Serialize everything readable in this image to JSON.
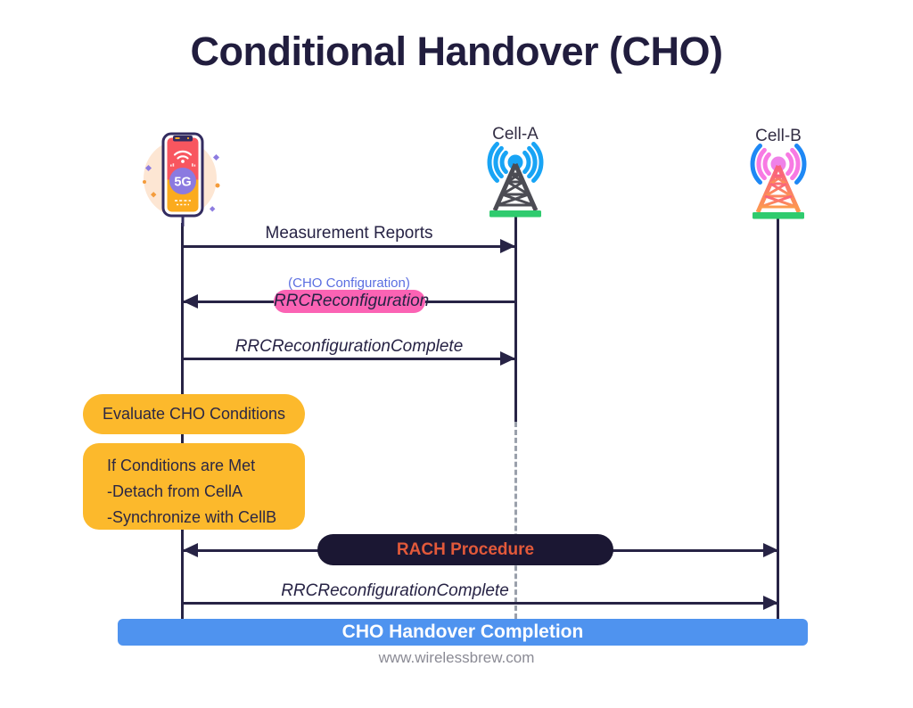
{
  "title": "Conditional Handover (CHO)",
  "actors": {
    "ue": {
      "icon": "5g-phone-icon",
      "screen_label": "5G"
    },
    "cell_a": {
      "icon": "cell-tower-icon",
      "label": "Cell-A"
    },
    "cell_b": {
      "icon": "cell-tower-icon",
      "label": "Cell-B"
    }
  },
  "messages": [
    {
      "from": "ue",
      "to": "cell_a",
      "label": "Measurement Reports",
      "style": "plain"
    },
    {
      "from": "cell_a",
      "to": "ue",
      "note": "(CHO Configuration)",
      "label": "RRCReconfiguration",
      "style": "italic-pink-highlight"
    },
    {
      "from": "ue",
      "to": "cell_a",
      "label": "RRCReconfigurationComplete",
      "style": "italic"
    },
    {
      "from": "ue",
      "to": "cell_b",
      "label": "RACH Procedure",
      "style": "dark-pill-bidirectional"
    },
    {
      "from": "ue",
      "to": "cell_b",
      "label": "RRCReconfigurationComplete",
      "style": "italic"
    }
  ],
  "notes": {
    "evaluate": {
      "text": "Evaluate CHO Conditions"
    },
    "conditions": {
      "lines": [
        "If Conditions are Met",
        "-Detach from CellA",
        "-Synchronize with CellB"
      ]
    }
  },
  "banner": {
    "text": "CHO Handover Completion"
  },
  "footer": {
    "text": "www.wirelessbrew.com"
  },
  "colors": {
    "navy": "#272345",
    "title": "#211d3e",
    "pink_highlight": "#fb63b4",
    "note_blue": "#5b6ee1",
    "yellow": "#fcb92c",
    "rach_bg": "#1b1733",
    "rach_text": "#e2593a",
    "banner_blue": "#4f93ef",
    "footer_gray": "#8b8b95",
    "dashed_gray": "#9aa0ab"
  }
}
